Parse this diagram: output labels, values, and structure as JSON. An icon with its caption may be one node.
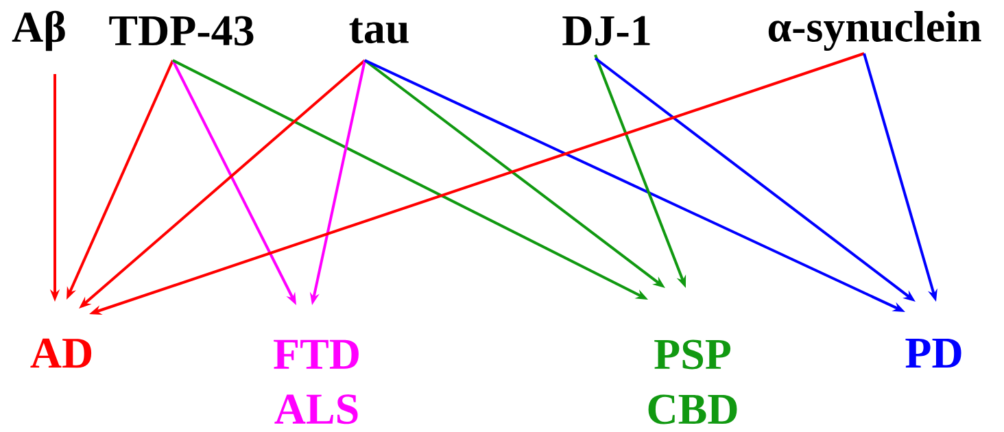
{
  "diagram": {
    "nodes": [
      {
        "text": [
          "Aβ"
        ]
      },
      {
        "text": [
          "TDP-43"
        ]
      },
      {
        "text": [
          "tau"
        ]
      },
      {
        "text": [
          "DJ-1"
        ]
      },
      {
        "text": [
          "α-synuclein"
        ]
      },
      {
        "text": [
          "AD"
        ]
      },
      {
        "text": [
          "FTD",
          "ALS"
        ]
      },
      {
        "text": [
          "PSP",
          "CBD"
        ]
      },
      {
        "text": [
          "PD"
        ]
      }
    ],
    "edges": [
      {
        "from": 0,
        "to": 5,
        "arrow": "to",
        "color": "#ff0000"
      },
      {
        "from": 1,
        "to": 5,
        "arrow": "to",
        "color": "#ff0000"
      },
      {
        "from": 1,
        "to": 6,
        "arrow": "to",
        "color": "#ff00ff"
      },
      {
        "from": 1,
        "to": 7,
        "arrow": "to",
        "color": "#119911"
      },
      {
        "from": 2,
        "to": 5,
        "arrow": "to",
        "color": "#ff0000"
      },
      {
        "from": 2,
        "to": 6,
        "arrow": "to",
        "color": "#ff00ff"
      },
      {
        "from": 2,
        "to": 7,
        "arrow": "to",
        "color": "#119911"
      },
      {
        "from": 2,
        "to": 8,
        "arrow": "to",
        "color": "#0000ff"
      },
      {
        "from": 3,
        "to": 7,
        "arrow": "to",
        "color": "#119911"
      },
      {
        "from": 3,
        "to": 8,
        "arrow": "to",
        "color": "#0000ff"
      },
      {
        "from": 4,
        "to": 5,
        "arrow": "to",
        "color": "#ff0000"
      },
      {
        "from": 4,
        "to": 8,
        "arrow": "to",
        "color": "#0000ff"
      }
    ]
  }
}
